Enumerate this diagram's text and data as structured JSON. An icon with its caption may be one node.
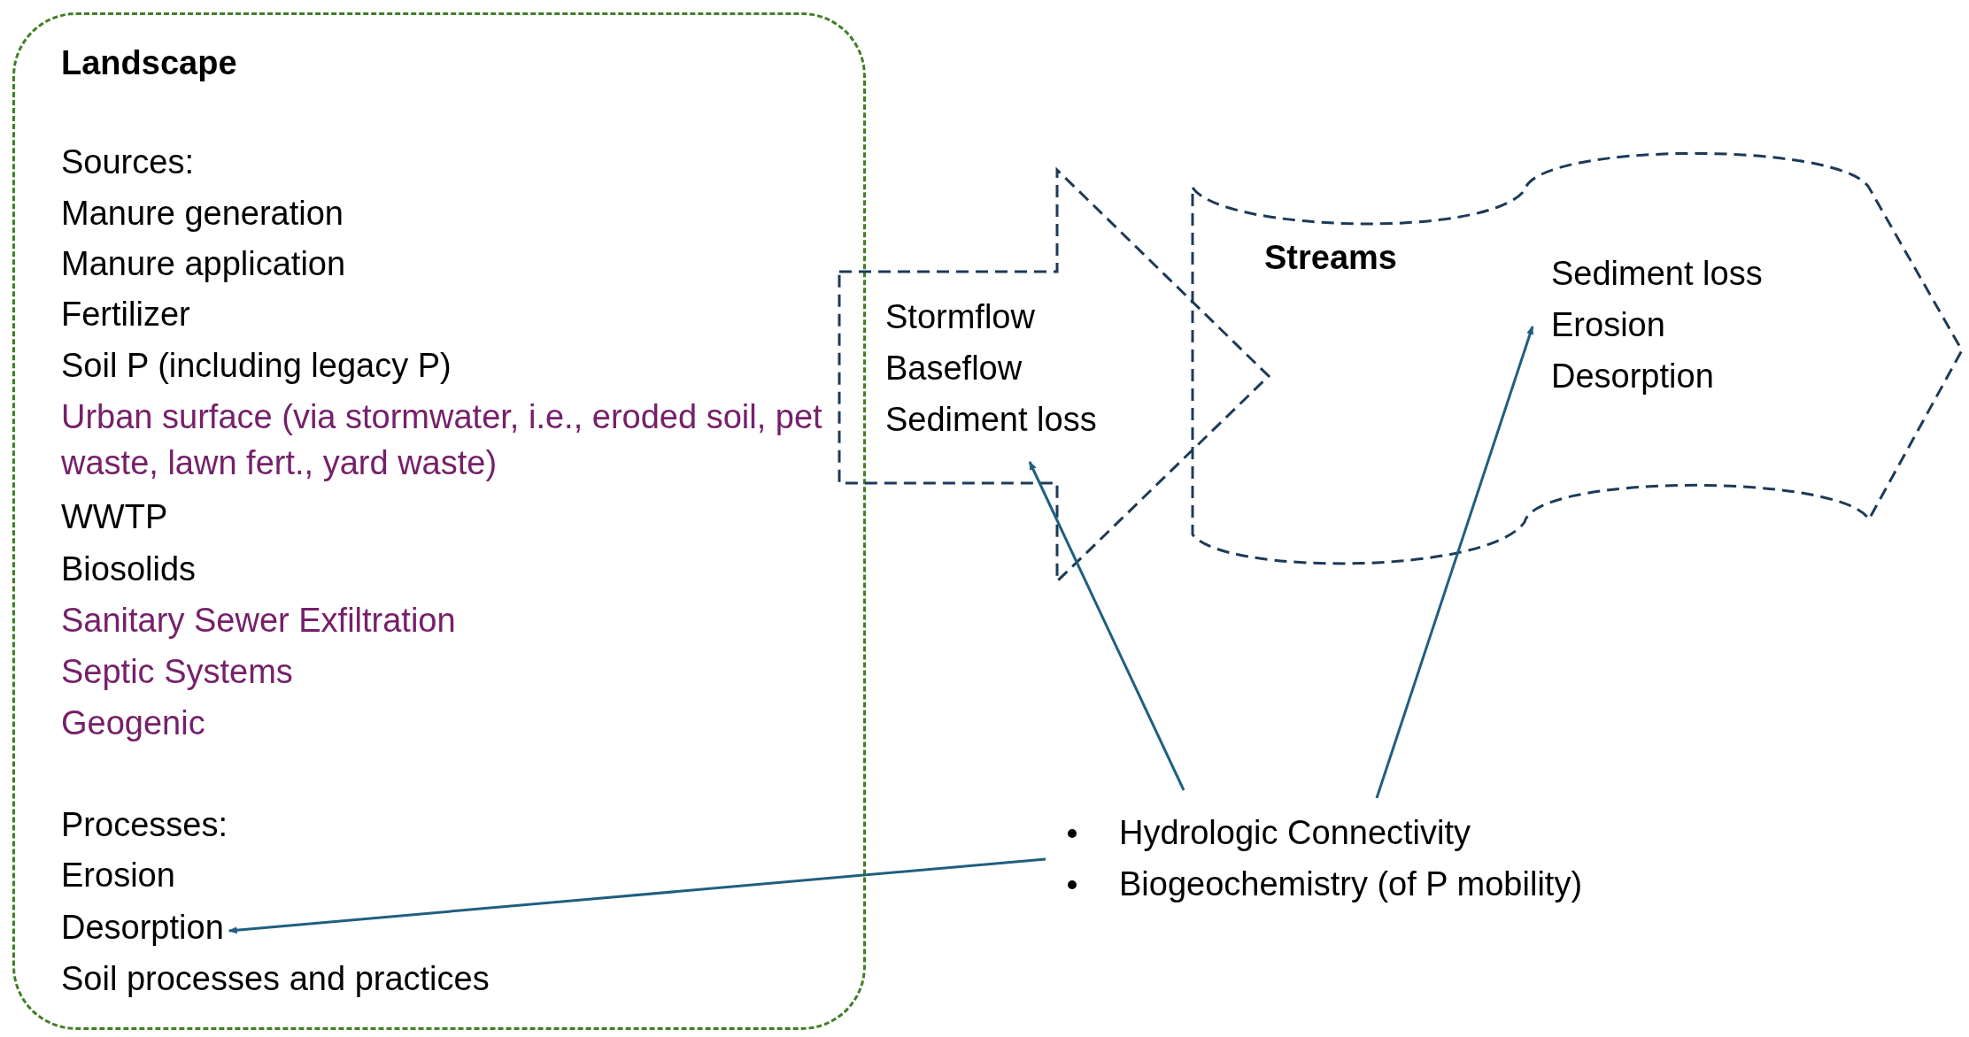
{
  "diagram": {
    "nodes": [
      {
        "text": [
          "Landscape",
          "Sources:",
          "Manure generation",
          "Manure application",
          "Fertilizer",
          "Soil P (including legacy P)",
          "Urban surface (via stormwater, i.e., eroded soil, pet waste, lawn fert., yard waste)",
          "WWTP",
          "Biosolids",
          "Sanitary Sewer Exfiltration",
          "Septic Systems",
          "Geogenic",
          "Processes:",
          "Erosion",
          "Soil processes and practices"
        ]
      },
      {
        "text": [
          "Desorption"
        ],
        "in": 0
      },
      {
        "text": [
          "Stormflow",
          "Baseflow",
          "Sediment loss"
        ]
      },
      {
        "text": [
          "Streams",
          "Sediment loss",
          "Erosion",
          "Desorption"
        ]
      },
      {
        "text": [
          "Hydrologic Connectivity",
          "Biogeochemistry (of P mobility)"
        ]
      }
    ],
    "edges": [
      {
        "from": 4,
        "to": 2,
        "arrow": "to"
      },
      {
        "from": 4,
        "to": 3,
        "arrow": "to"
      },
      {
        "from": 4,
        "to": 1,
        "arrow": "to"
      }
    ]
  }
}
